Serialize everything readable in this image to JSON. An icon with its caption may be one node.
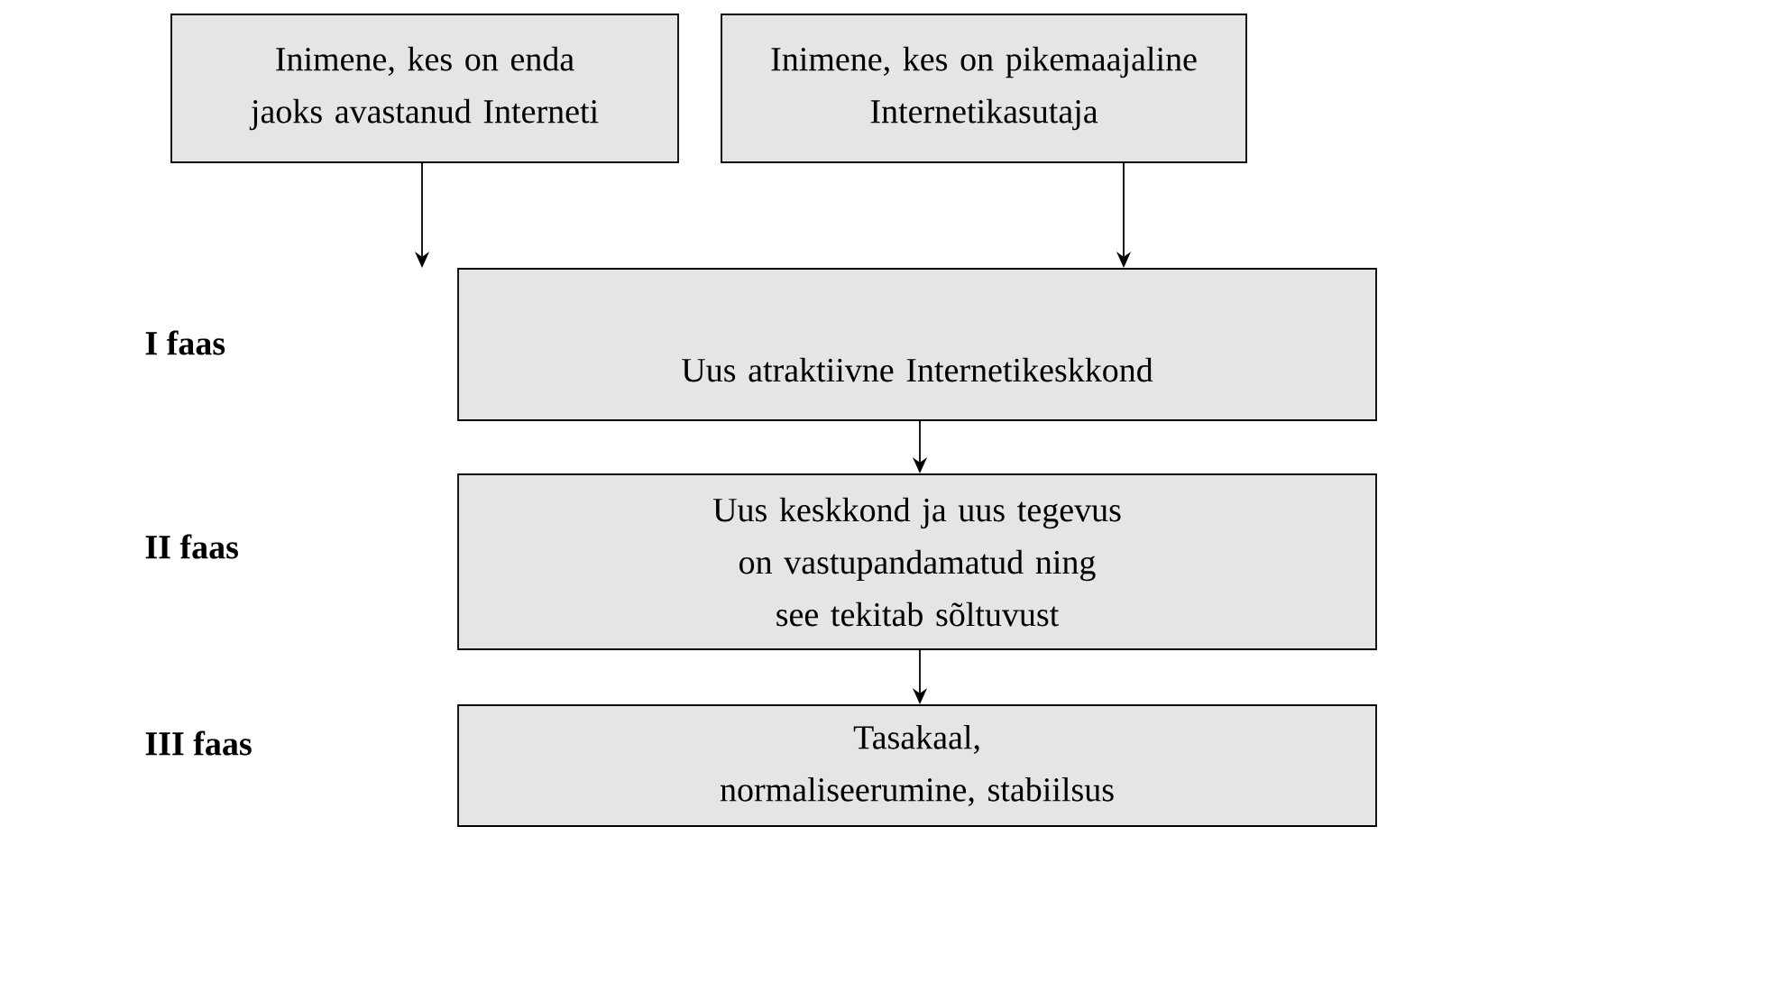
{
  "diagram": {
    "nodes": [
      {
        "text": [
          "Inimene, kes on enda jaoks avastanud Interneti"
        ]
      },
      {
        "text": [
          "Inimene, kes on pikemaajaline Internetikasutaja"
        ]
      },
      {
        "text": [
          "Uus atraktiivne Internetikeskkond"
        ]
      },
      {
        "text": [
          "Uus keskkond ja uus tegevus on vastupandamatud ning see tekitab sõltuvust"
        ]
      },
      {
        "text": [
          "Tasakaal, normaliseerumine, stabiilsus"
        ]
      }
    ],
    "edges": [
      {
        "from": 0,
        "to": 2,
        "arrow": "to"
      },
      {
        "from": 1,
        "to": 2,
        "arrow": "to"
      },
      {
        "from": 2,
        "to": 3,
        "arrow": "to"
      },
      {
        "from": 3,
        "to": 4,
        "arrow": "to"
      }
    ],
    "labels": [
      "I faas",
      "II faas",
      "III faas"
    ]
  }
}
